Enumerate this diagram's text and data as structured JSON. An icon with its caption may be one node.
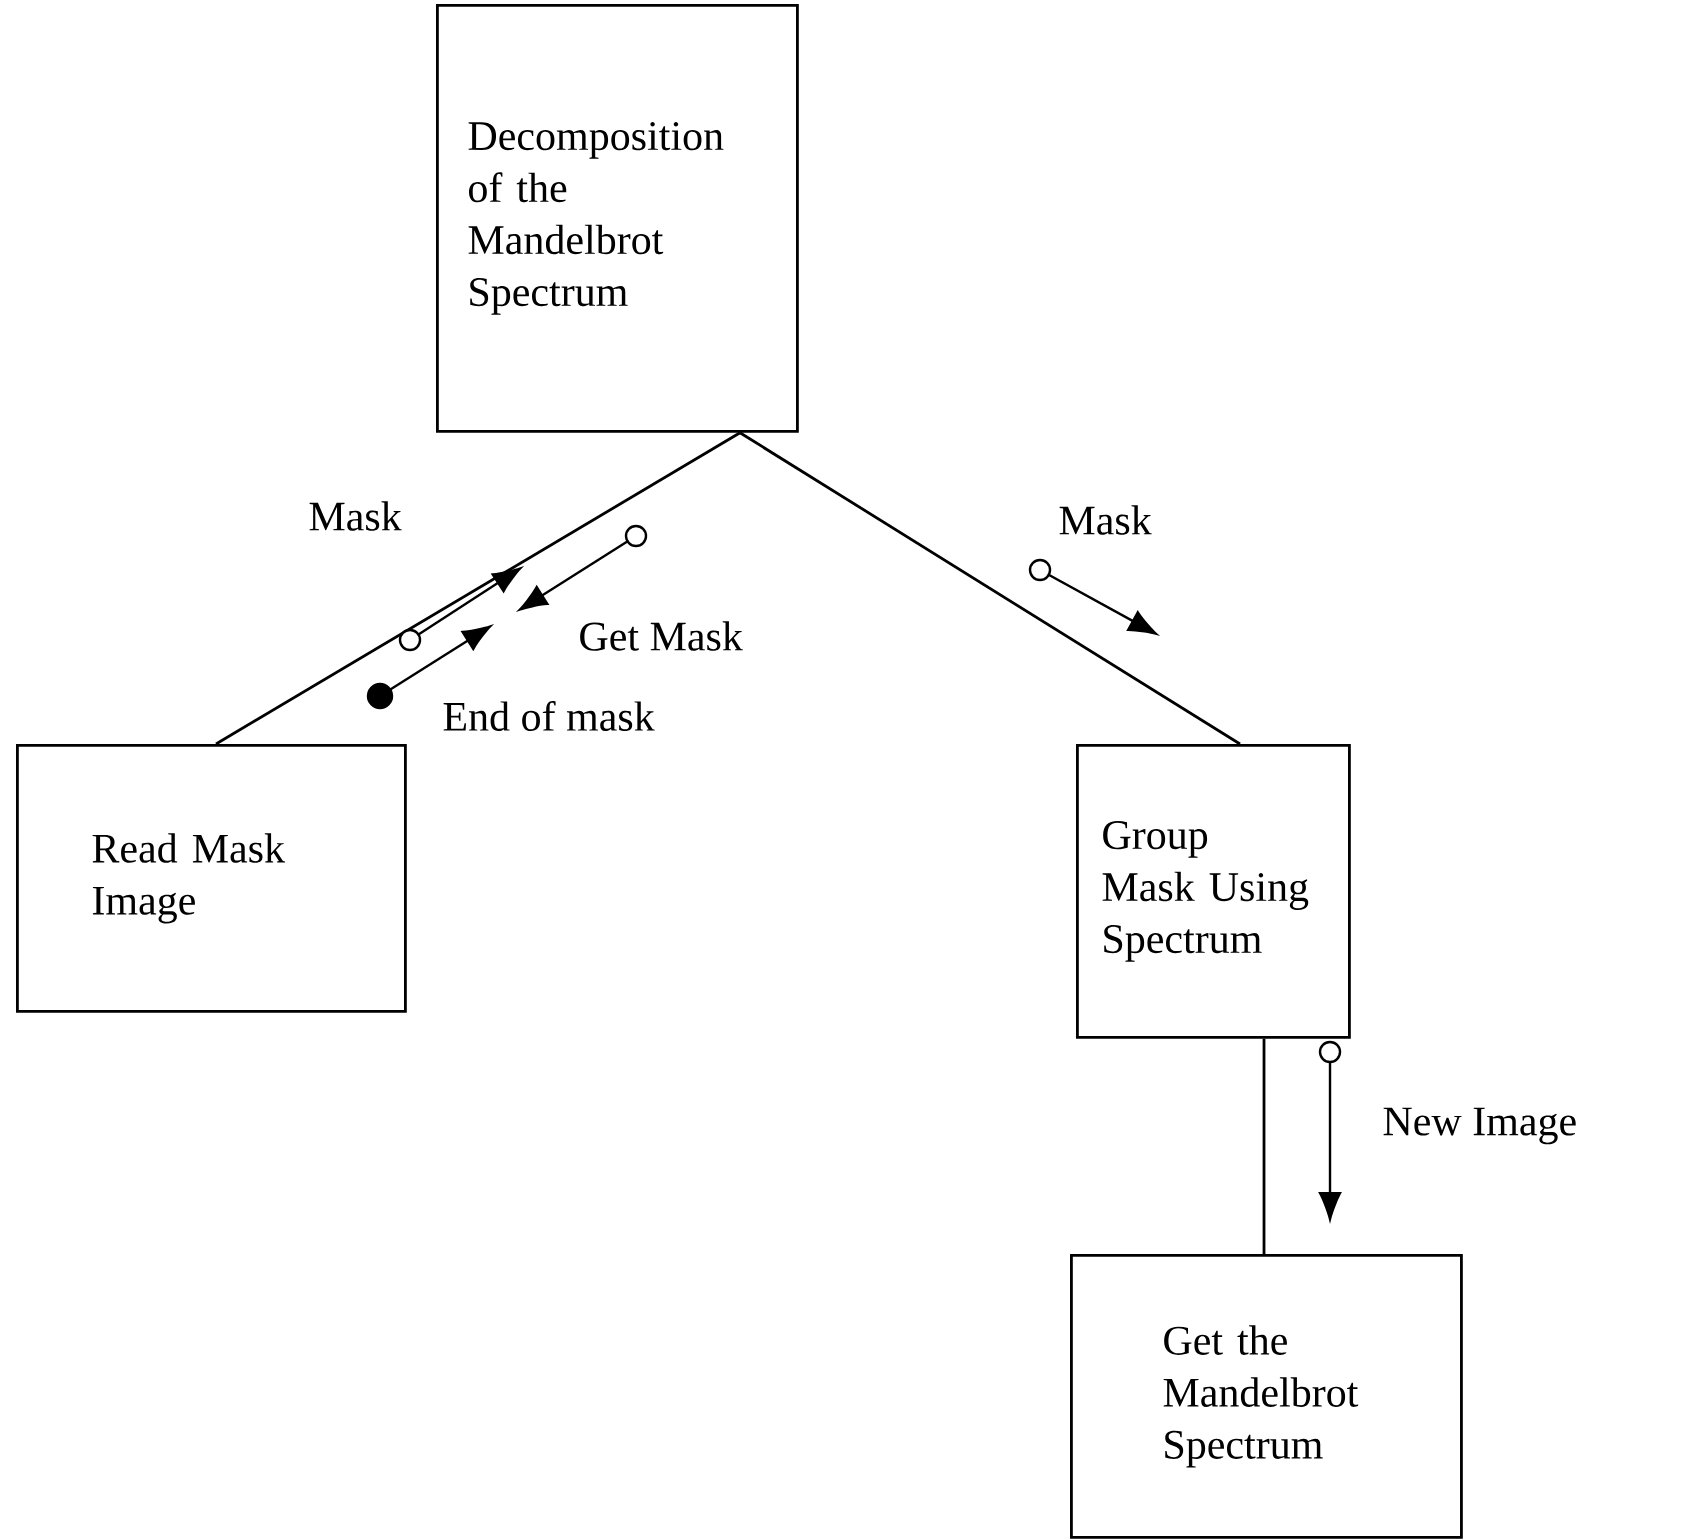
{
  "diagram": {
    "nodes": [
      {
        "text": [
          "Decomposition of the Mandelbrot Spectrum"
        ]
      },
      {
        "text": [
          "Read Mask Image"
        ]
      },
      {
        "text": [
          "Group Mask Using Spectrum"
        ]
      },
      {
        "text": [
          "Get the Mandelbrot Spectrum"
        ]
      }
    ],
    "edges": [
      {
        "from": 0,
        "to": 1,
        "arrow": "none"
      },
      {
        "from": 0,
        "to": 2,
        "arrow": "none"
      },
      {
        "from": 2,
        "to": 3,
        "arrow": "none"
      }
    ],
    "labels": [
      "Mask",
      "Get Mask",
      "End of mask",
      "Mask",
      "New Image"
    ]
  }
}
